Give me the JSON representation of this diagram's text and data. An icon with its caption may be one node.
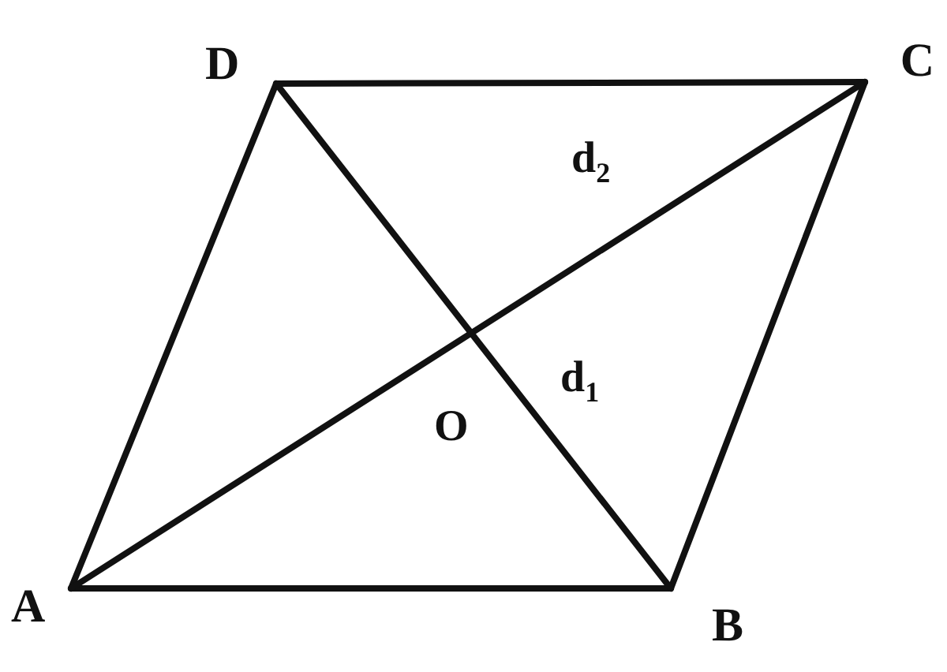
{
  "diagram": {
    "nodes": [
      {
        "text": [
          "D"
        ]
      },
      {
        "text": [
          "C"
        ]
      },
      {
        "text": [
          "A"
        ]
      },
      {
        "text": [
          "B"
        ]
      }
    ],
    "edges": [
      {
        "from": 0,
        "to": 1,
        "arrow": "none"
      },
      {
        "from": 1,
        "to": 3,
        "arrow": "none"
      },
      {
        "from": 3,
        "to": 2,
        "arrow": "none"
      },
      {
        "from": 2,
        "to": 0,
        "arrow": "none"
      },
      {
        "from": 2,
        "to": 1,
        "arrow": "none"
      },
      {
        "from": 0,
        "to": 3,
        "arrow": "none"
      }
    ],
    "labels": [
      "d$_{2}$",
      "O",
      "d$_{1}$"
    ]
  }
}
